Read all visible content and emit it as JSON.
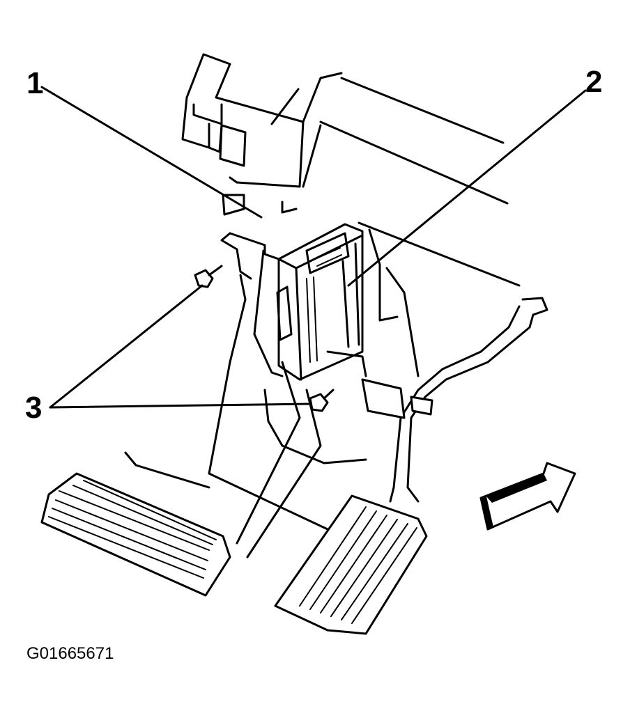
{
  "callouts": {
    "c1": "1",
    "c2": "2",
    "c3": "3"
  },
  "figure_id": "G01665671",
  "colors": {
    "ink": "#000000",
    "background": "#ffffff"
  },
  "icons": {
    "direction_arrow": "front-direction-arrow-icon"
  }
}
